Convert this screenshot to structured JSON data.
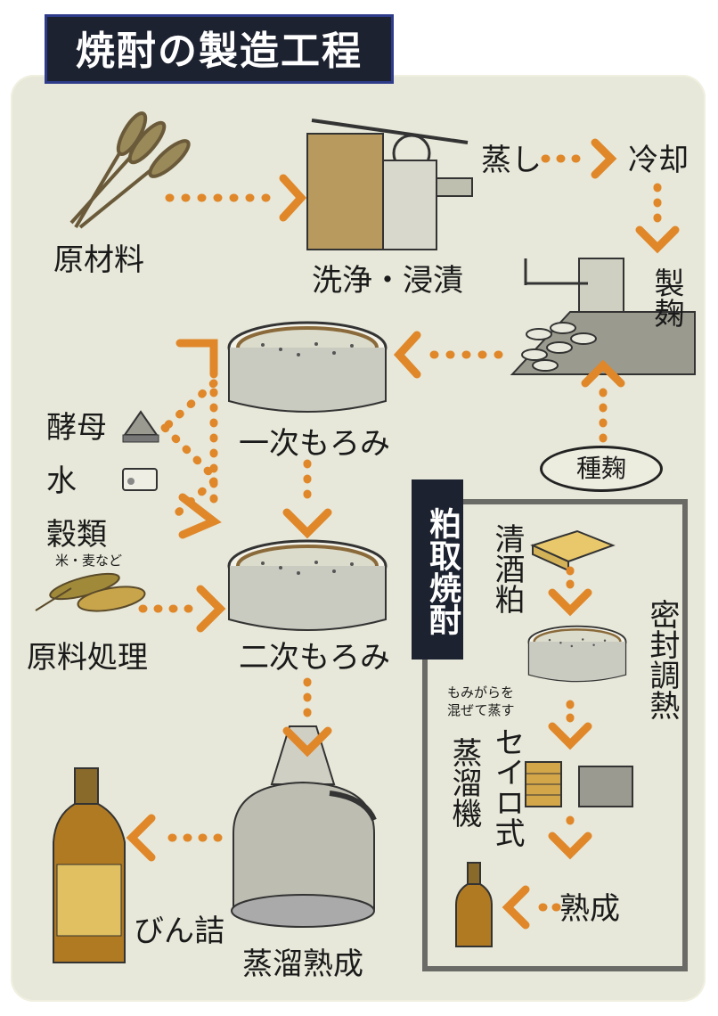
{
  "title": "焼酎の製造工程",
  "steps": {
    "raw_material": "原材料",
    "wash_soak": "洗浄・浸漬",
    "steam": "蒸し",
    "cool": "冷却",
    "koji_making": "製麹",
    "seed_koji": "種麹",
    "yeast": "酵母",
    "water": "水",
    "grains": "穀類",
    "grains_note": "米・麦など",
    "raw_processing": "原料処理",
    "first_moromi": "一次もろみ",
    "second_moromi": "二次もろみ",
    "distill_age": "蒸溜熟成",
    "bottling": "びん詰"
  },
  "kasutori": {
    "tag": "粕取焼酎",
    "sake_lees": "清酒粕",
    "seal_ferment": "密封調熱",
    "mix_note_line1": "もみがらを",
    "mix_note_line2": "混ぜて蒸す",
    "seiro_type": "セイロ式",
    "still": "蒸溜機",
    "maturation": "熟成"
  },
  "colors": {
    "arrow": "#e0872a",
    "title_bg": "#1d2230",
    "panel_bg": "#e7e8d9",
    "box_border": "#6a6a66"
  }
}
